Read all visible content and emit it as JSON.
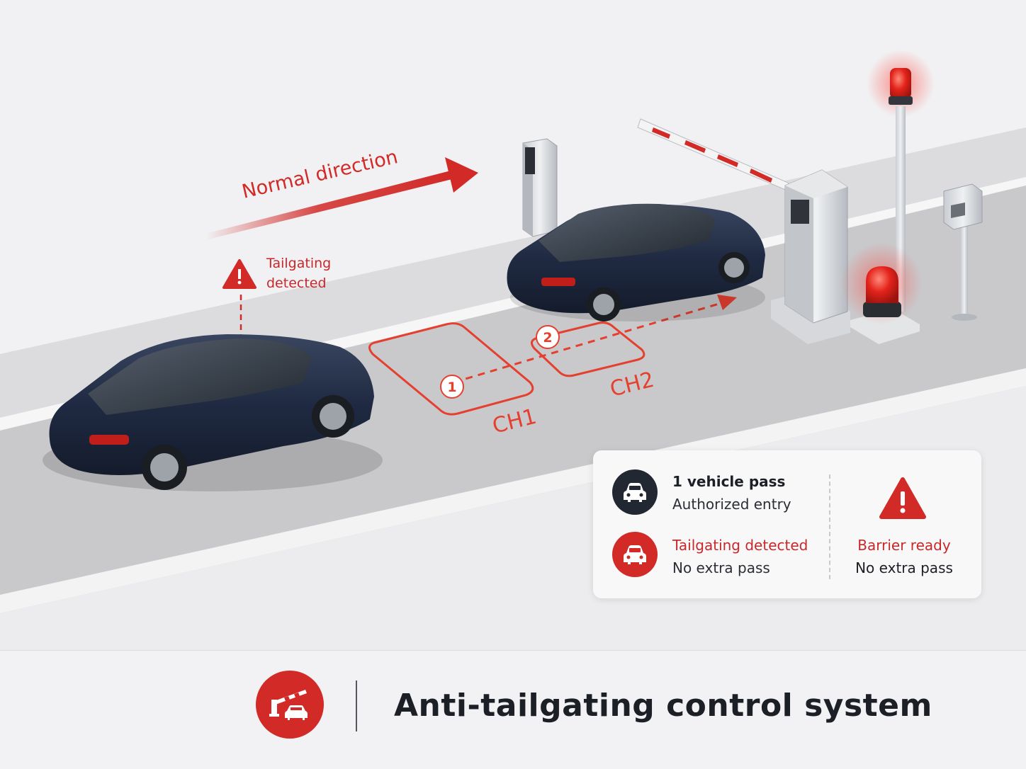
{
  "labels": {
    "direction": "Normal direction",
    "tailgating_line1": "Tailgating",
    "tailgating_line2": "detected",
    "ch1": "CH1",
    "ch2": "CH2",
    "step1": "1",
    "step2": "2"
  },
  "legend": {
    "row1_title": "1 vehicle pass",
    "row1_sub": "Authorized entry",
    "row2_title": "Tailgating detected",
    "row2_sub": "No extra pass",
    "right_title": "Barrier ready",
    "right_sub": "No extra pass"
  },
  "footer": {
    "title": "Anti-tailgating control system"
  },
  "icons": {
    "warning": "warning-triangle-icon",
    "car": "car-front-icon",
    "barrier": "barrier-gate-icon"
  },
  "colors": {
    "accent_red": "#d12a27",
    "car_navy": "#1d2840",
    "text_dark": "#1c1f26"
  }
}
